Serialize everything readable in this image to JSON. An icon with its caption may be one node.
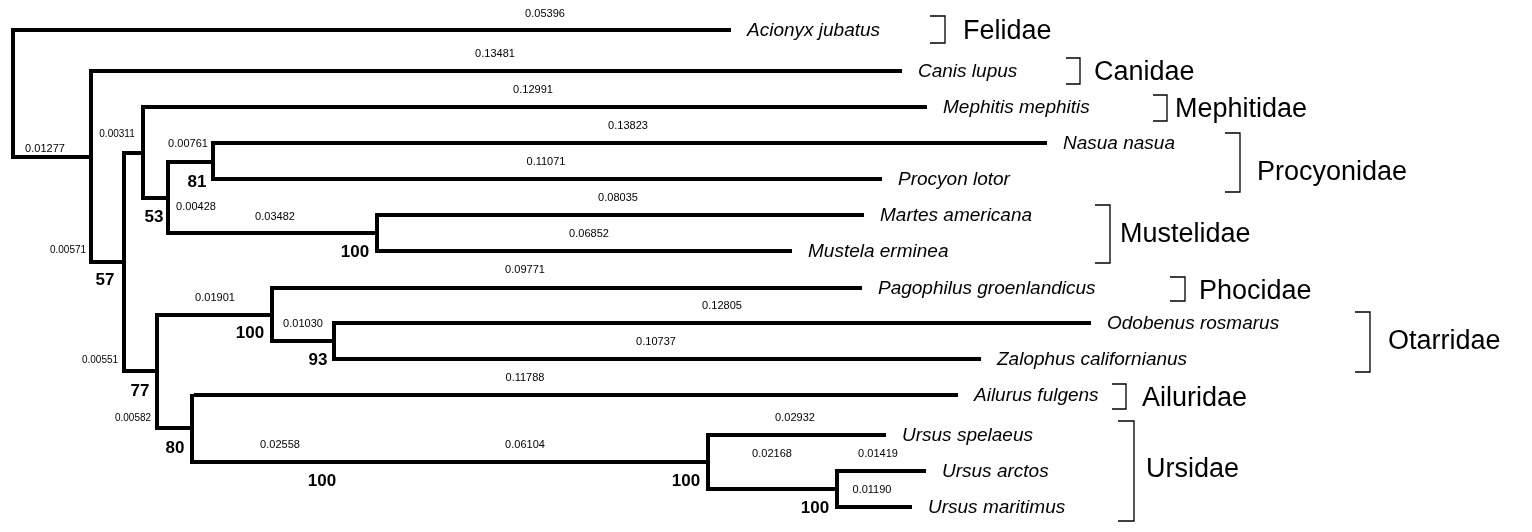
{
  "diagram": {
    "nodes": [
      {
        "text": [],
        "shape": "bar"
      },
      {
        "text": [
          "Acionyx jubatus"
        ]
      },
      {
        "text": [],
        "shape": "bar"
      },
      {
        "text": [
          "Canis lupus"
        ]
      },
      {
        "text": [],
        "shape": "bar",
        "beside": [
          "57"
        ]
      },
      {
        "text": [],
        "shape": "bar"
      },
      {
        "text": [
          "Mephitis mephitis"
        ]
      },
      {
        "text": [],
        "shape": "bar",
        "beside": [
          "53"
        ]
      },
      {
        "text": [],
        "shape": "bar",
        "beside": [
          "81"
        ]
      },
      {
        "text": [
          "Nasua nasua"
        ]
      },
      {
        "text": [
          "Procyon lotor"
        ]
      },
      {
        "text": [],
        "shape": "bar",
        "beside": [
          "100"
        ]
      },
      {
        "text": [
          "Martes americana"
        ]
      },
      {
        "text": [
          "Mustela erminea"
        ]
      },
      {
        "text": [],
        "shape": "bar",
        "beside": [
          "77"
        ]
      },
      {
        "text": [],
        "shape": "bar",
        "beside": [
          "100"
        ]
      },
      {
        "text": [
          "Pagophilus groenlandicus"
        ]
      },
      {
        "text": [],
        "shape": "bar",
        "beside": [
          "93"
        ]
      },
      {
        "text": [
          "Odobenus rosmarus"
        ]
      },
      {
        "text": [
          "Zalophus californianus"
        ]
      },
      {
        "text": [],
        "shape": "bar",
        "beside": [
          "80"
        ]
      },
      {
        "text": [
          "Ailurus fulgens"
        ]
      },
      {
        "text": [],
        "shape": "bar",
        "beside": [
          "100"
        ]
      },
      {
        "text": [
          "Ursus spelaeus"
        ]
      },
      {
        "text": [],
        "shape": "bar",
        "beside": [
          "100"
        ]
      },
      {
        "text": [
          "Ursus arctos"
        ]
      },
      {
        "text": [
          "Ursus maritimus"
        ]
      }
    ],
    "edges": [
      {
        "from": 0,
        "to": 1,
        "arrow": "none",
        "label": "0.05396"
      },
      {
        "from": 0,
        "to": 2,
        "arrow": "none",
        "label": "0.01277"
      },
      {
        "from": 2,
        "to": 3,
        "arrow": "none",
        "label": "0.13481"
      },
      {
        "from": 2,
        "to": 4,
        "arrow": "none",
        "label": "0.00571"
      },
      {
        "from": 4,
        "to": 5,
        "arrow": "none",
        "label": "0.00311"
      },
      {
        "from": 5,
        "to": 6,
        "arrow": "none",
        "label": "0.12991"
      },
      {
        "from": 5,
        "to": 7,
        "arrow": "none",
        "label": "0.00428"
      },
      {
        "from": 7,
        "to": 8,
        "arrow": "none",
        "label": "0.00761"
      },
      {
        "from": 8,
        "to": 9,
        "arrow": "none",
        "label": "0.13823"
      },
      {
        "from": 8,
        "to": 10,
        "arrow": "none",
        "label": "0.11071"
      },
      {
        "from": 7,
        "to": 11,
        "arrow": "none",
        "label": "0.03482"
      },
      {
        "from": 11,
        "to": 12,
        "arrow": "none",
        "label": "0.08035"
      },
      {
        "from": 11,
        "to": 13,
        "arrow": "none",
        "label": "0.06852"
      },
      {
        "from": 4,
        "to": 14,
        "arrow": "none",
        "label": "0.00551"
      },
      {
        "from": 14,
        "to": 15,
        "arrow": "none",
        "label": "0.01901"
      },
      {
        "from": 15,
        "to": 16,
        "arrow": "none",
        "label": "0.09771"
      },
      {
        "from": 15,
        "to": 17,
        "arrow": "none",
        "label": "0.01030"
      },
      {
        "from": 17,
        "to": 18,
        "arrow": "none",
        "label": "0.12805"
      },
      {
        "from": 17,
        "to": 19,
        "arrow": "none",
        "label": "0.10737"
      },
      {
        "from": 14,
        "to": 20,
        "arrow": "none",
        "label": "0.00582"
      },
      {
        "from": 20,
        "to": 21,
        "arrow": "none",
        "label": "0.11788"
      },
      {
        "from": 20,
        "to": 22,
        "arrow": "none",
        "label": "0.06104"
      },
      {
        "from": 22,
        "to": 23,
        "arrow": "none",
        "label": "0.02932"
      },
      {
        "from": 22,
        "to": 24,
        "arrow": "none",
        "label": "0.02168"
      },
      {
        "from": 24,
        "to": 25,
        "arrow": "none",
        "label": "0.01419"
      },
      {
        "from": 24,
        "to": 26,
        "arrow": "none",
        "label": "0.01190"
      }
    ],
    "labels": [
      "Felidae",
      "Canidae",
      "Mephitidae",
      "Procyonidae",
      "Mustelidae",
      "Phocidae",
      "Otarridae",
      "Ailuridae",
      "0.02558",
      "Ursidae",
      "100"
    ]
  }
}
